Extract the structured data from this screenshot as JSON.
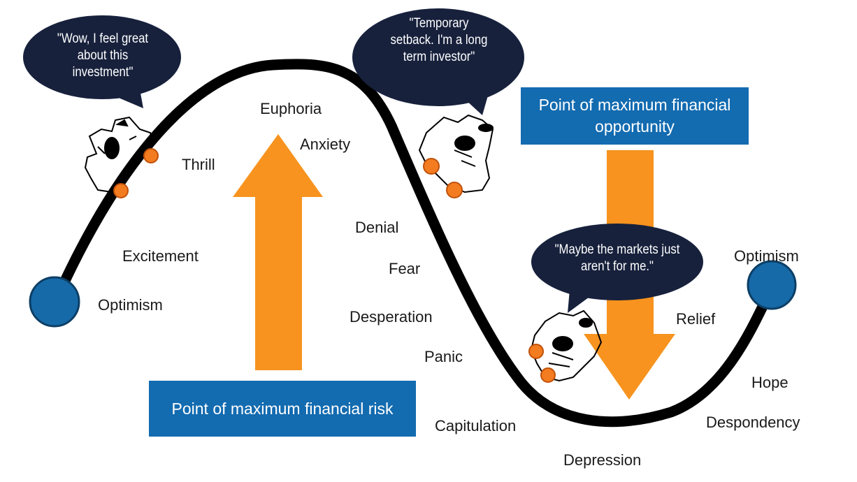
{
  "colors": {
    "curve": "#000000",
    "end_dots": "#176aa8",
    "orange_dots": "#f47c20",
    "arrows": "#f7931e",
    "bubbles": "#17213c",
    "boxes": "#136bb0"
  },
  "bubbles": {
    "left": "\"Wow, I feel great about  this investment\"",
    "top": "\"Temporary setback. I'm a long term investor\"",
    "right": "\"Maybe the markets just aren't for me.\""
  },
  "boxes": {
    "risk": "Point of maximum financial risk",
    "opportunity": "Point of maximum financial opportunity"
  },
  "stages": {
    "optimism_start": "Optimism",
    "excitement": "Excitement",
    "thrill": "Thrill",
    "euphoria": "Euphoria",
    "anxiety": "Anxiety",
    "denial": "Denial",
    "fear": "Fear",
    "desperation": "Desperation",
    "panic": "Panic",
    "capitulation": "Capitulation",
    "depression": "Depression",
    "despondency": "Despondency",
    "hope": "Hope",
    "relief": "Relief",
    "optimism_end": "Optimism"
  },
  "icons": [
    "investor-happy-figure",
    "investor-worried-figure",
    "investor-despondent-figure"
  ]
}
